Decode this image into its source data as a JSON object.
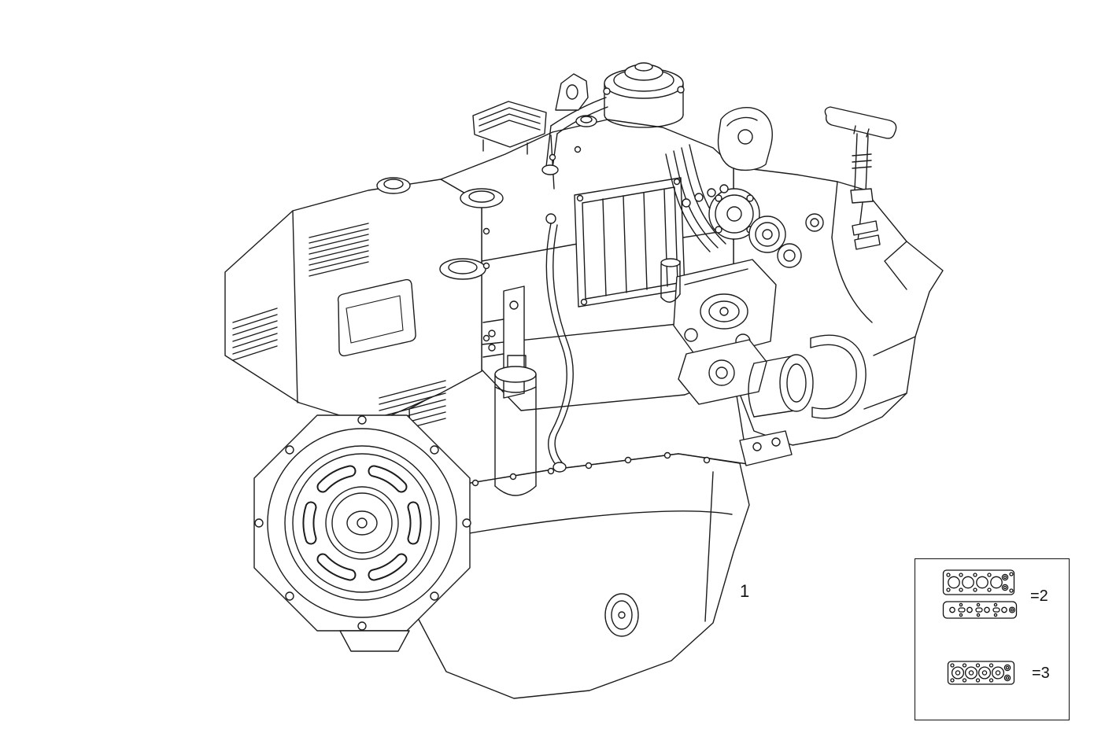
{
  "figure": {
    "drawing": "engine-assembly-line-drawing",
    "callouts": [
      {
        "label": "1"
      }
    ]
  },
  "legend": {
    "items": [
      {
        "icon": "cylinder-head-gasket-set-icon",
        "label": "=2"
      },
      {
        "icon": "lower-gasket-set-icon",
        "label": "=3"
      }
    ]
  },
  "colors": {
    "line": "#1c1c1c",
    "background": "#ffffff"
  }
}
